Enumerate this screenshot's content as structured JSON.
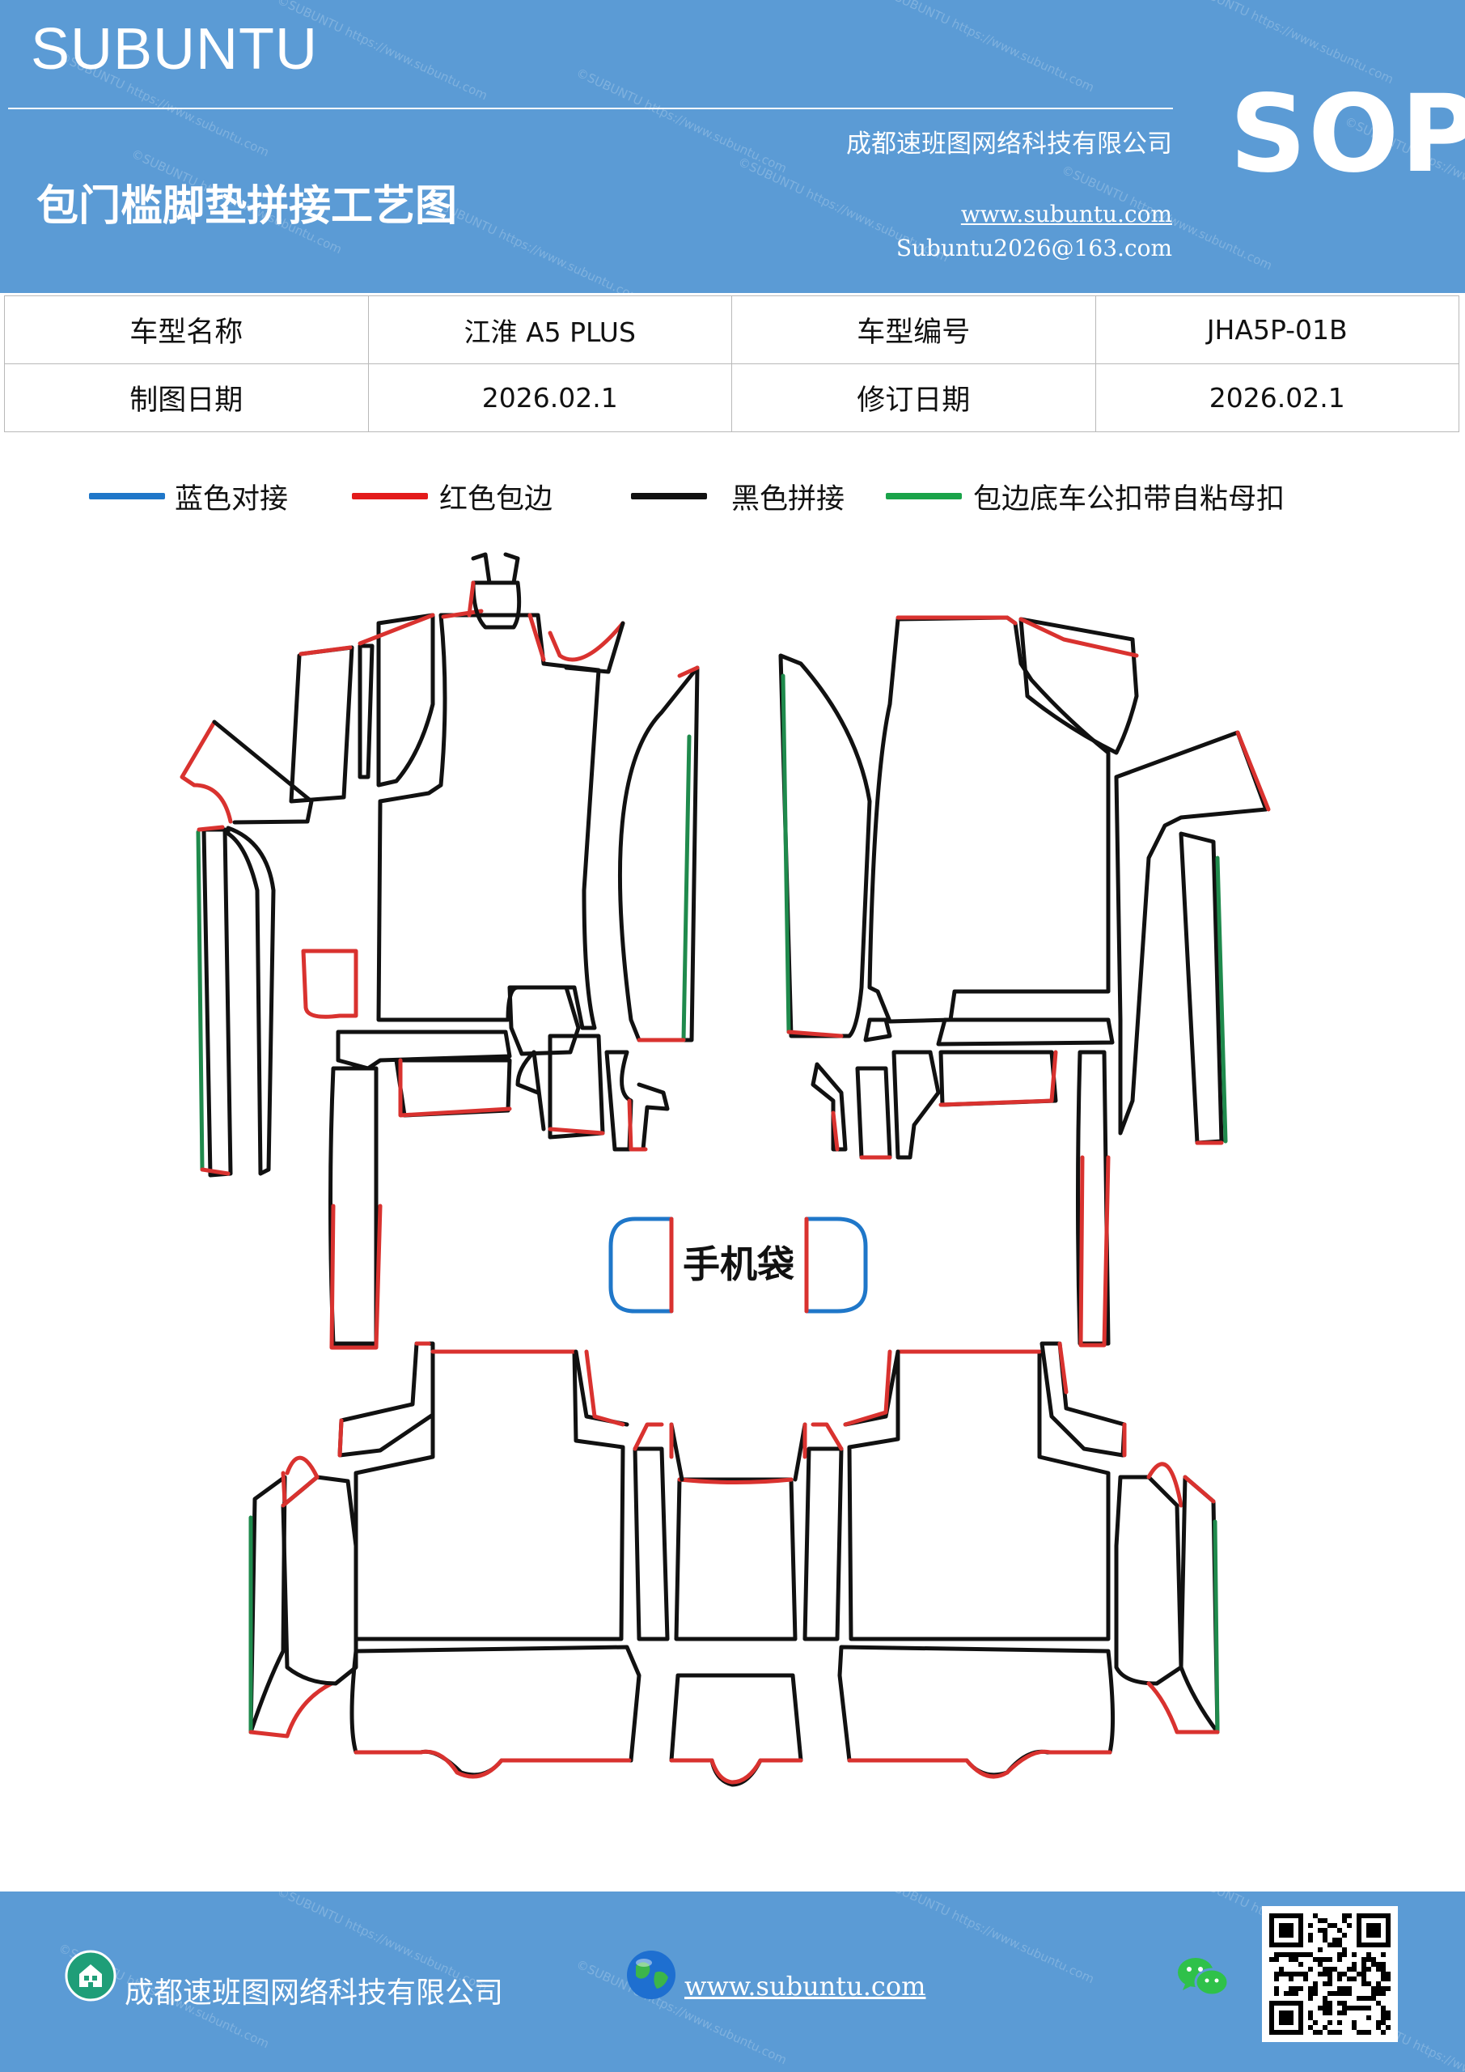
{
  "header": {
    "brand": "SUBUNTU",
    "company": "成都速班图网络科技有限公司",
    "title": "包门槛脚垫拼接工艺图",
    "website": "www.subuntu.com",
    "email": "Subuntu2026@163.com",
    "badge": "SOP",
    "watermark_text": "©SUBUNTU https://www.subuntu.com"
  },
  "info_table": {
    "model_name_label": "车型名称",
    "model_name_value": "江淮 A5  PLUS",
    "model_code_label": "车型编号",
    "model_code_value": "JHA5P-01B",
    "draw_date_label": "制图日期",
    "draw_date_value": "2026.02.1",
    "revise_date_label": "修订日期",
    "revise_date_value": "2026.02.1"
  },
  "legend": [
    {
      "label": "蓝色对接",
      "color": "#1f77c9"
    },
    {
      "label": "红色包边",
      "color": "#e31b1b"
    },
    {
      "label": "黑色拼接",
      "color": "#111111"
    },
    {
      "label": "包边底车公扣带自粘母扣",
      "color": "#1aa34a"
    }
  ],
  "diagram": {
    "pocket_label": "手机袋",
    "colors": {
      "blue": "#1f77c9",
      "red": "#d9322f",
      "black": "#111111",
      "green": "#1f8a4c"
    }
  },
  "footer": {
    "company": "成都速班图网络科技有限公司",
    "website": "www.subuntu.com ",
    "header_bg": "#5b9bd5"
  }
}
